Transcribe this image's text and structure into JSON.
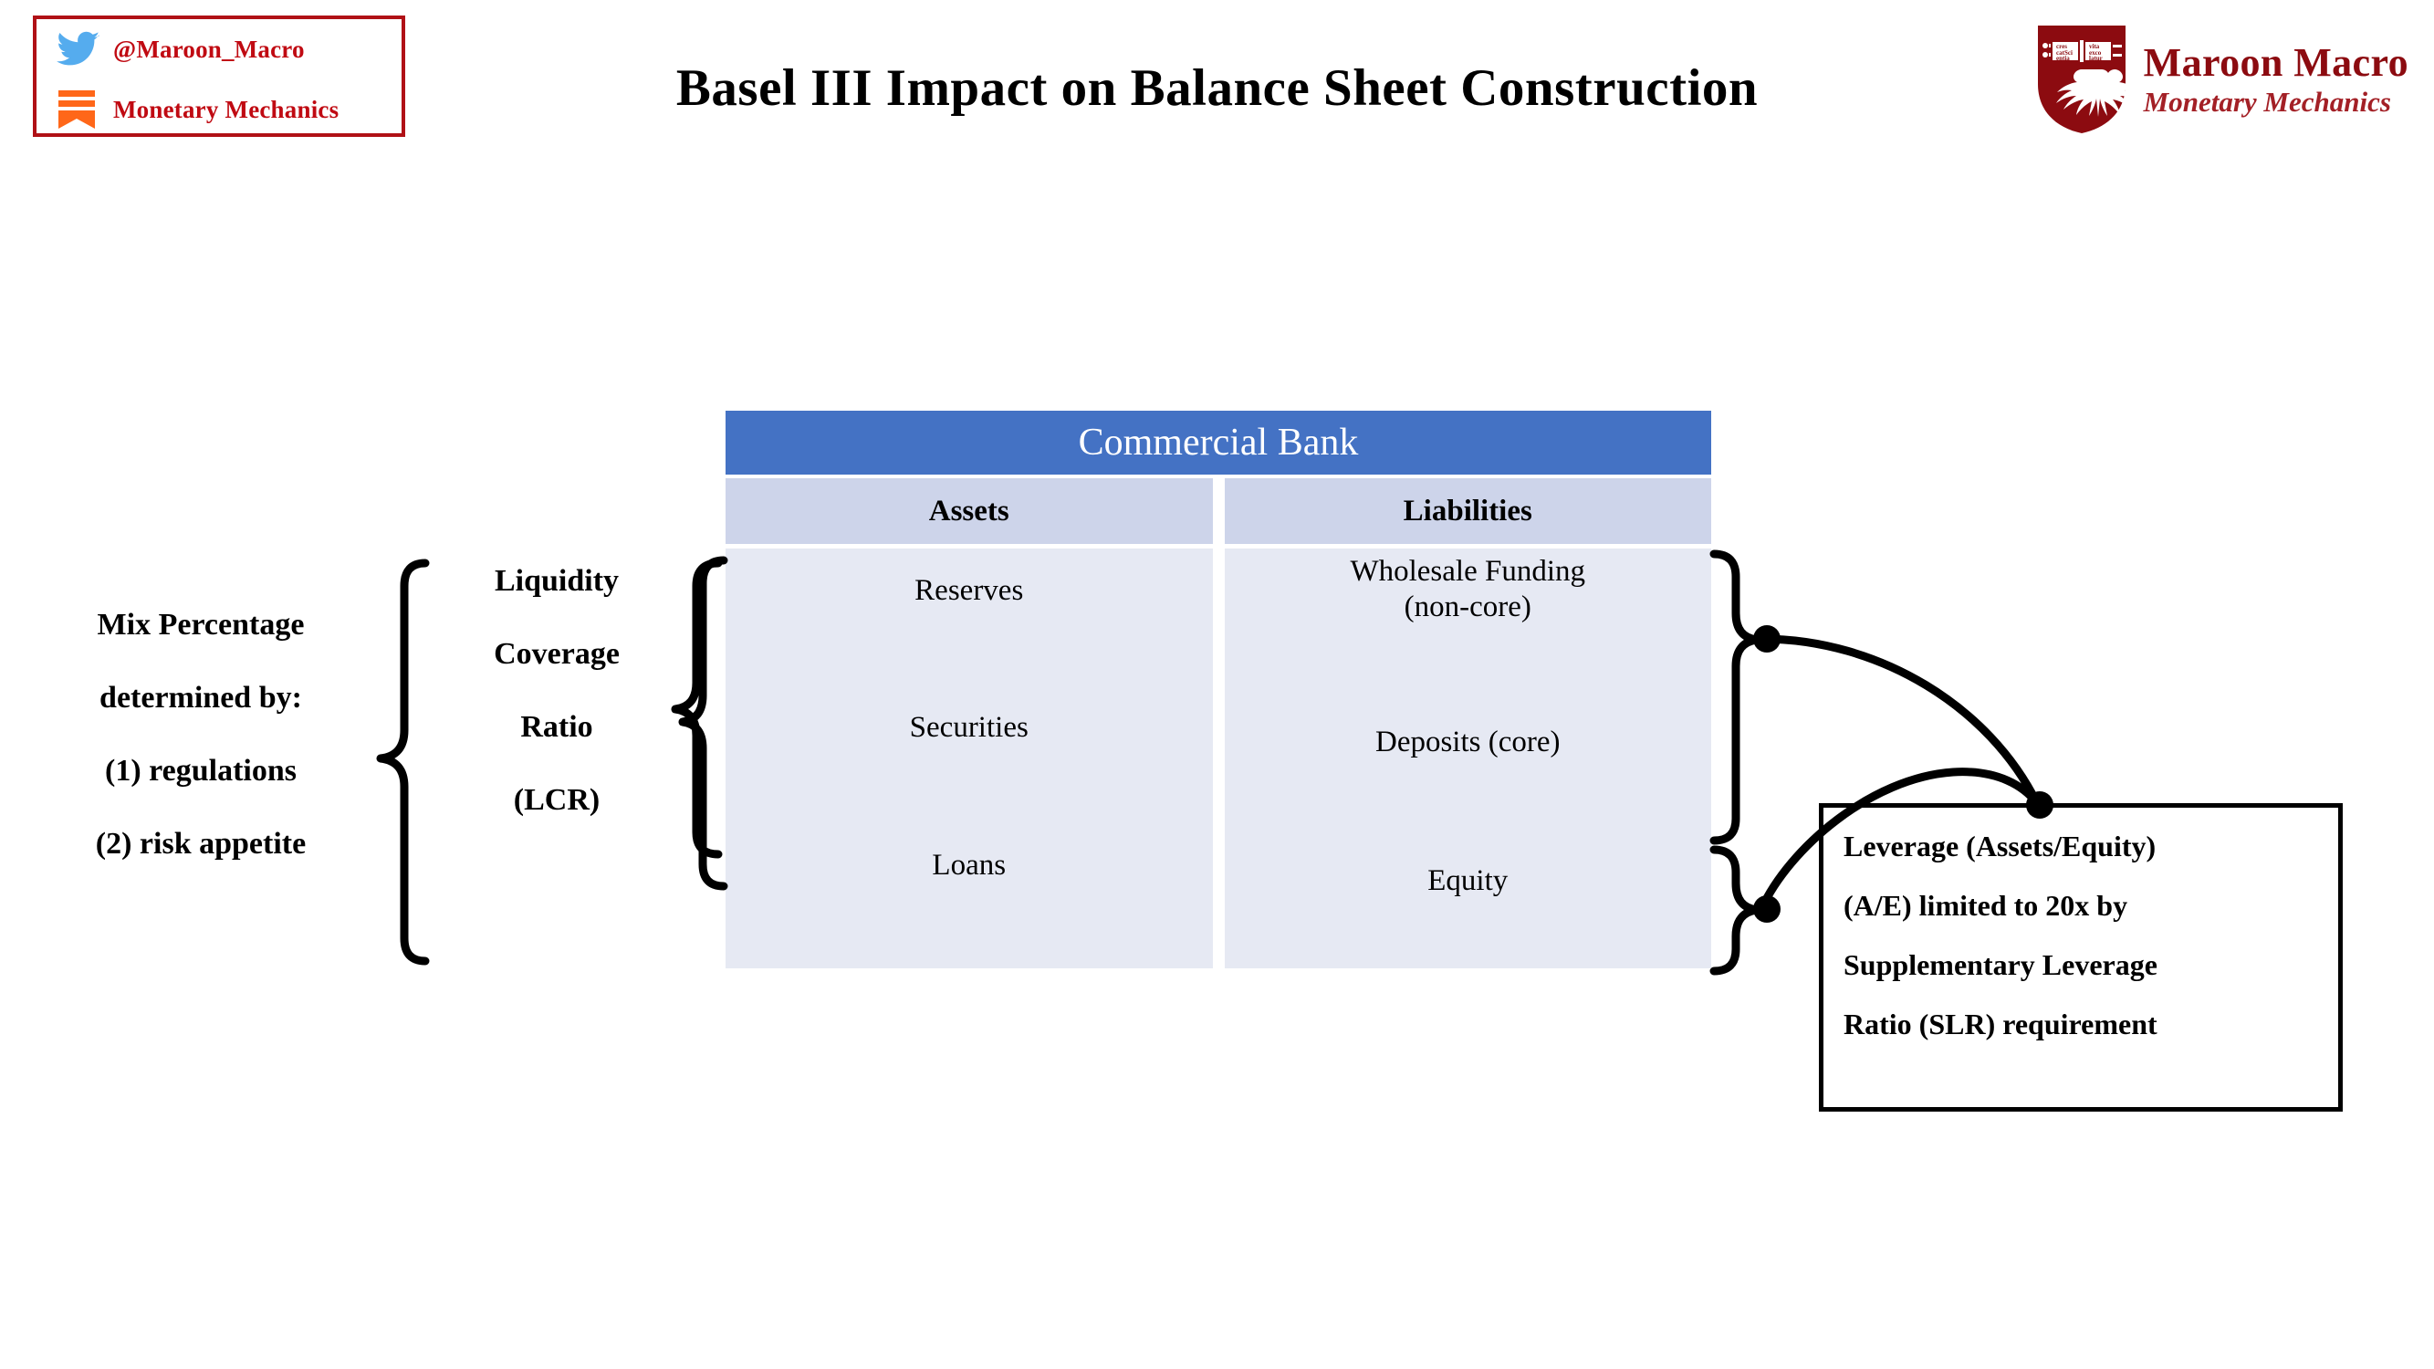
{
  "badge": {
    "handle": "@Maroon_Macro",
    "publication": "Monetary Mechanics",
    "twitter_icon": "twitter-bird-icon",
    "substack_icon": "substack-bookmark-icon",
    "border_color": "#B01116",
    "text_color": "#C00A12"
  },
  "header": {
    "title": "Basel III Impact on Balance Sheet Construction"
  },
  "brand": {
    "crest_icon": "university-shield-crest-icon",
    "name": "Maroon Macro",
    "tagline": "Monetary Mechanics",
    "color": "#8C0B10"
  },
  "balance_sheet": {
    "entity": "Commercial Bank",
    "header_color": "#4472C4",
    "subheader_color": "#CDD4EA",
    "body_color": "#E6E9F3",
    "columns": [
      {
        "header": "Assets",
        "items": [
          "Reserves",
          "Securities",
          "Loans"
        ]
      },
      {
        "header": "Liabilities",
        "items": [
          "Wholesale Funding\n(non-core)",
          "Deposits (core)",
          "Equity"
        ]
      }
    ],
    "assets": [
      "Reserves",
      "Securities",
      "Loans"
    ],
    "liabilities_line1": "Wholesale Funding",
    "liabilities_line2": "(non-core)",
    "liabilities_2": "Deposits (core)",
    "liabilities_3": "Equity"
  },
  "mix_note": {
    "line1": "Mix Percentage",
    "line2": "determined by:",
    "line3": "(1)  regulations",
    "line4": "(2)  risk appetite"
  },
  "lcr_note": {
    "line1": "Liquidity",
    "line2": "Coverage",
    "line3": "Ratio",
    "line4": "(LCR)"
  },
  "leverage_callout": {
    "line1": "Leverage (Assets/Equity)",
    "line2": "(A/E) limited to 20x by",
    "line3": "Supplementary Leverage",
    "line4": "Ratio (SLR) requirement"
  },
  "annotations": {
    "outer_brace": "mix-percentage-brace",
    "lcr_brace": "lcr-brace",
    "upper_right_brace": "wholesale-deposits-brace",
    "lower_right_brace": "equity-brace",
    "connector_1": "wholesale-to-leverage-connector",
    "connector_2": "equity-to-leverage-connector"
  }
}
